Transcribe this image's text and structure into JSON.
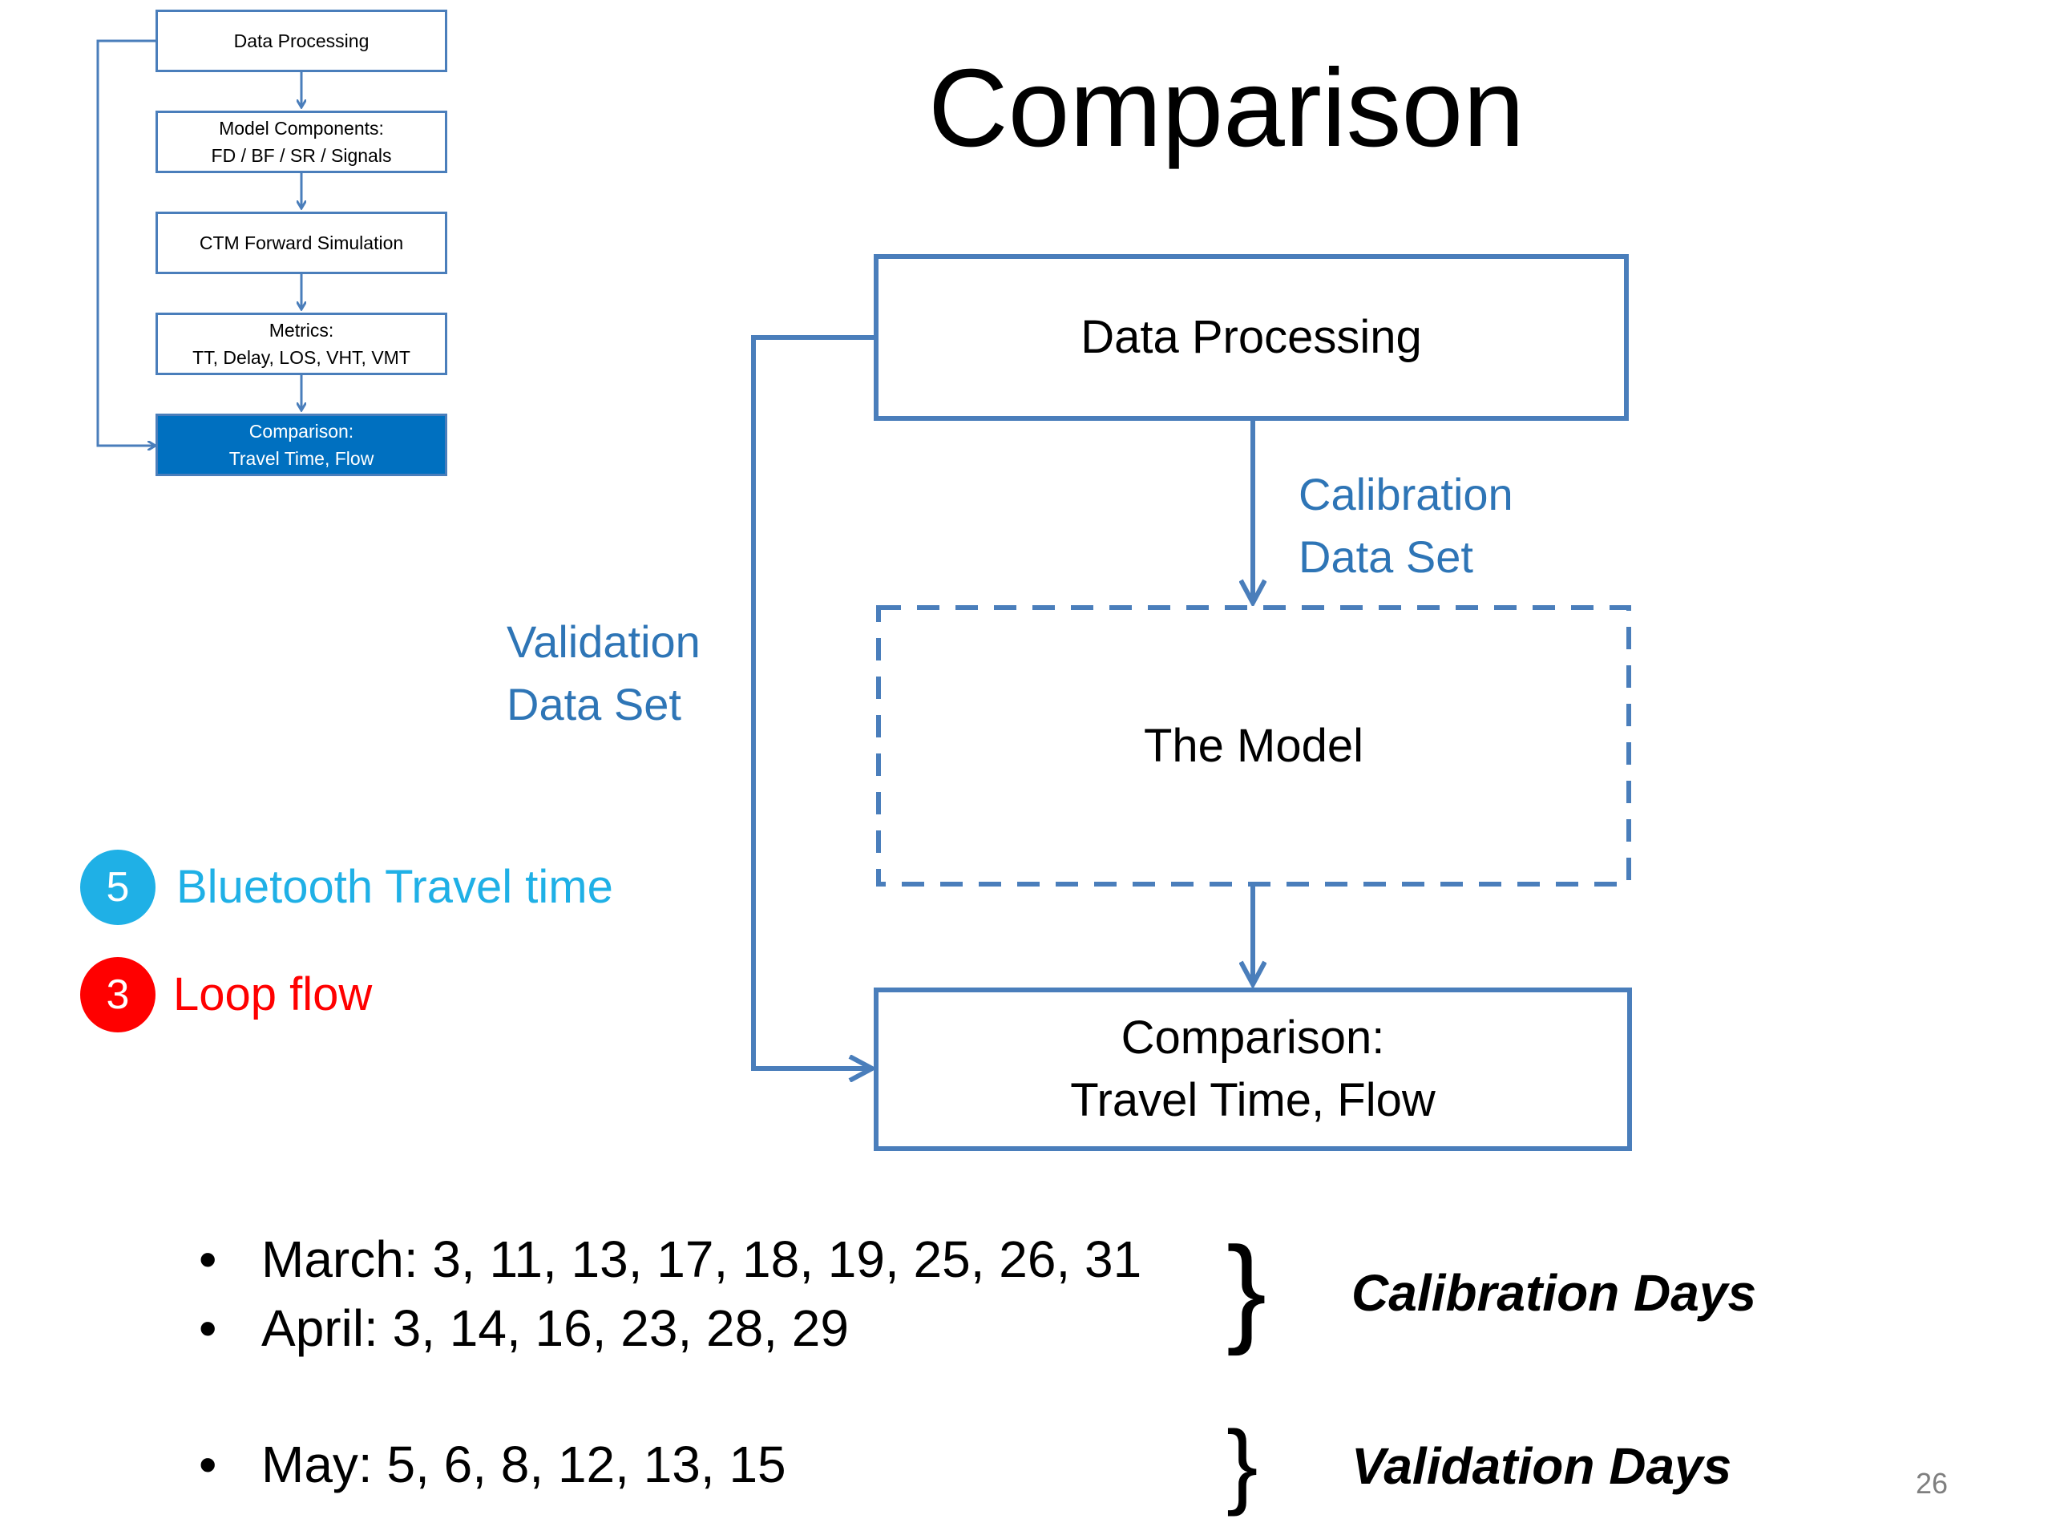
{
  "mini_flow": {
    "boxes": [
      {
        "lines": [
          "Data Processing"
        ]
      },
      {
        "lines": [
          "Model Components:",
          "FD / BF / SR / Signals"
        ]
      },
      {
        "lines": [
          "CTM Forward Simulation"
        ]
      },
      {
        "lines": [
          "Metrics:",
          "TT, Delay, LOS, VHT, VMT"
        ]
      },
      {
        "lines": [
          "Comparison:",
          "Travel Time, Flow"
        ]
      }
    ]
  },
  "title": "Comparison",
  "diagram": {
    "data_processing": "Data Processing",
    "calibration_label": [
      "Calibration",
      "Data Set"
    ],
    "validation_label": [
      "Validation",
      "Data Set"
    ],
    "model": "The Model",
    "comparison": [
      "Comparison:",
      "Travel Time, Flow"
    ]
  },
  "legend": [
    {
      "number": "5",
      "text": "Bluetooth Travel time",
      "color": "#1fb0e6"
    },
    {
      "number": "3",
      "text": "Loop flow",
      "color": "#ff0000"
    }
  ],
  "bullets": {
    "marker": "•",
    "calibration": [
      "March: 3, 11, 13, 17, 18, 19, 25, 26, 31",
      "April: 3, 14, 16, 23, 28, 29"
    ],
    "validation": [
      "May: 5, 6, 8, 12, 13, 15"
    ],
    "brace": "}",
    "calibration_label": "Calibration Days",
    "validation_label": "Validation Days"
  },
  "page_number": "26",
  "colors": {
    "line": "#4a7ebb",
    "accent_blue": "#2e75b6",
    "active_box": "#0070c0"
  }
}
